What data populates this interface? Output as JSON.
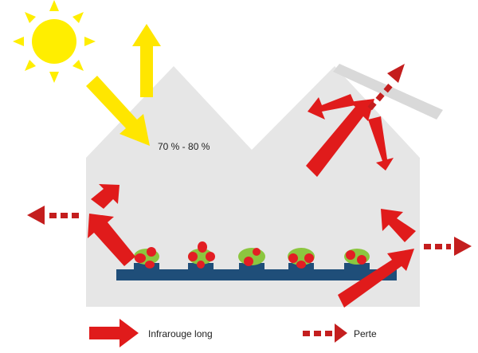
{
  "diagram": {
    "solar_transmission_label": "70 % - 80 %",
    "legend": {
      "solid_label": "Infrarouge long",
      "dotted_label": "Perte"
    }
  },
  "colors": {
    "sun": "#FFEE00",
    "sun_ray": "#FFE600",
    "greenhouse": "#E6E6E6",
    "panel": "#D9D9D9",
    "bench": "#1F4E79",
    "heat_arrow": "#E01B1B",
    "loss_arrow": "#C41E1E",
    "plant_leaf": "#8CC63F",
    "plant_fruit": "#E31E24",
    "text": "#222222"
  },
  "icons": [
    "sun-icon",
    "plant-icon",
    "solid-arrow-icon",
    "dotted-arrow-icon"
  ]
}
